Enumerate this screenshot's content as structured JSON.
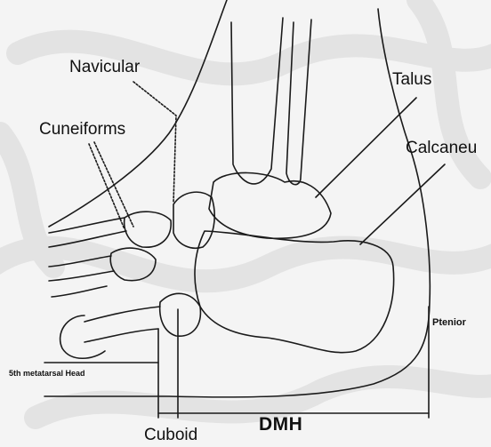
{
  "labels": {
    "navicular": "Navicular",
    "talus": "Talus",
    "cuneiforms": "Cuneiforms",
    "calcaneus": "Calcaneu",
    "fifth_metatarsal_head": "5th metatarsal Head",
    "ptenior": "Ptenior",
    "dmh": "DMH",
    "cuboid": "Cuboid"
  },
  "colors": {
    "background": "#f4f4f4",
    "watermark": "#e2e2e2",
    "line": "#1a1a1a"
  }
}
